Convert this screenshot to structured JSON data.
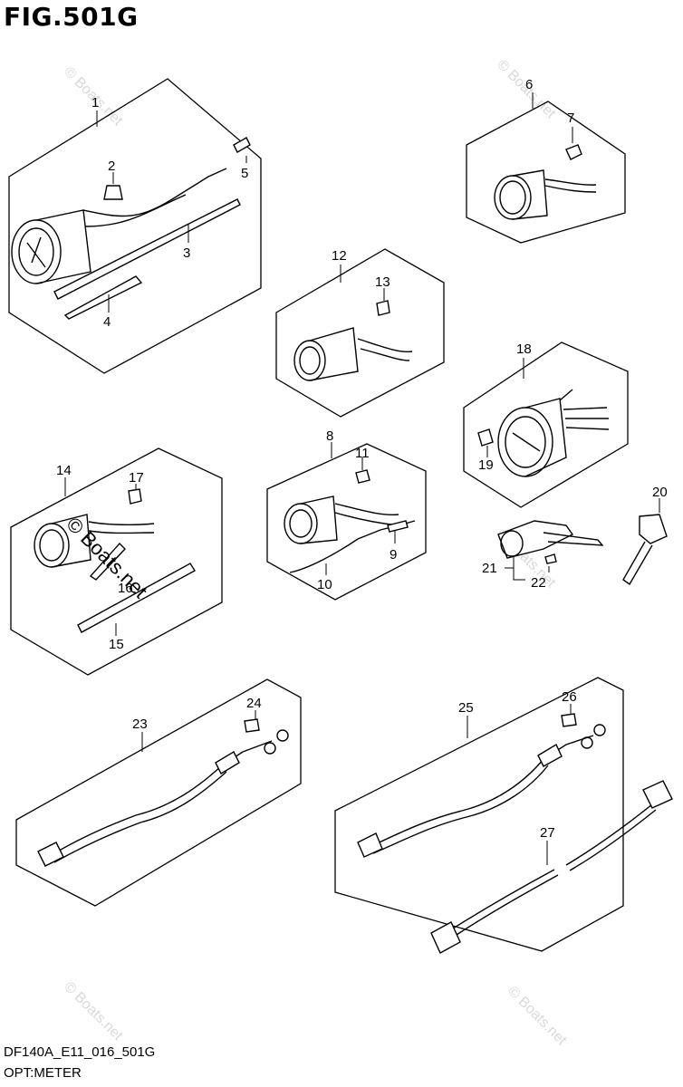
{
  "figure_title": "FIG.501G",
  "footer_code": "DF140A_E11_016_501G",
  "footer_caption": "OPT:METER",
  "watermark": "© Boats.net",
  "callouts": [
    "1",
    "2",
    "3",
    "4",
    "5",
    "6",
    "7",
    "8",
    "9",
    "10",
    "11",
    "12",
    "13",
    "14",
    "15",
    "16",
    "17",
    "18",
    "19",
    "20",
    "21",
    "22",
    "23",
    "24",
    "25",
    "26",
    "27"
  ]
}
